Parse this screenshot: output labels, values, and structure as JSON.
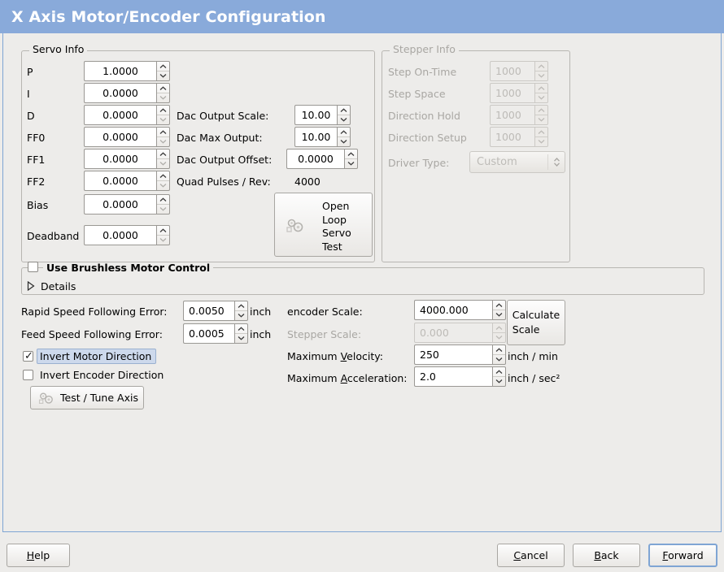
{
  "window": {
    "title": "X Axis Motor/Encoder Configuration",
    "titlebar_color": "#89aada",
    "background_color": "#edecea",
    "accent_color": "#7fa5d4"
  },
  "servo_info": {
    "legend": "Servo Info",
    "rows": [
      {
        "label": "P",
        "value": "1.0000"
      },
      {
        "label": "I",
        "value": "0.0000"
      },
      {
        "label": "D",
        "value": "0.0000"
      },
      {
        "label": "FF0",
        "value": "0.0000"
      },
      {
        "label": "FF1",
        "value": "0.0000"
      },
      {
        "label": "FF2",
        "value": "0.0000"
      },
      {
        "label": "Bias",
        "value": "0.0000"
      },
      {
        "label": "Deadband",
        "value": "0.0000"
      }
    ],
    "dac": [
      {
        "label": "Dac Output Scale:",
        "value": "10.00"
      },
      {
        "label": "Dac Max Output:",
        "value": "10.00"
      },
      {
        "label": "Dac Output Offset:",
        "value": "0.0000"
      }
    ],
    "quad_pulses": {
      "label": "Quad Pulses / Rev:",
      "value": "4000"
    },
    "open_loop_button": {
      "line1": "Open",
      "line2": "Loop",
      "line3": "Servo",
      "line4": "Test",
      "icon": "gears-icon"
    }
  },
  "stepper_info": {
    "legend": "Stepper Info",
    "disabled": true,
    "rows": [
      {
        "label": "Step On-Time",
        "value": "1000"
      },
      {
        "label": "Step Space",
        "value": "1000"
      },
      {
        "label": "Direction Hold",
        "value": "1000"
      },
      {
        "label": "Direction Setup",
        "value": "1000"
      }
    ],
    "driver_type": {
      "label": "Driver Type:",
      "value": "Custom"
    }
  },
  "brushless": {
    "legend": "Use Brushless Motor Control",
    "checked": false,
    "details_label": "Details",
    "details_expanded": false
  },
  "following_error": {
    "rapid": {
      "label": "Rapid Speed Following Error:",
      "value": "0.0050",
      "unit": "inch"
    },
    "feed": {
      "label": "Feed Speed Following Error:",
      "value": "0.0005",
      "unit": "inch"
    }
  },
  "invert": {
    "motor": {
      "label": "Invert Motor Direction",
      "checked": true,
      "focused": true
    },
    "encoder": {
      "label": "Invert Encoder Direction",
      "checked": false,
      "focused": false
    }
  },
  "test_tune_button": {
    "label": "Test / Tune Axis",
    "icon": "gears-icon"
  },
  "scales": {
    "encoder": {
      "label": "encoder Scale:",
      "value": "4000.000",
      "disabled": false
    },
    "stepper": {
      "label": "Stepper Scale:",
      "value": "0.000",
      "disabled": true
    },
    "calculate_button": {
      "line1": "Calculate",
      "line2": "Scale"
    },
    "max_velocity": {
      "label_pre": "Maximum ",
      "label_mn": "V",
      "label_post": "elocity:",
      "value": "250",
      "unit": "inch / min"
    },
    "max_acceleration": {
      "label_pre": "Maximum ",
      "label_mn": "A",
      "label_post": "cceleration:",
      "value": "2.0",
      "unit": "inch / sec²"
    }
  },
  "footer": {
    "help": {
      "pre": "",
      "mn": "H",
      "post": "elp"
    },
    "cancel": {
      "pre": "",
      "mn": "C",
      "post": "ancel"
    },
    "back": {
      "pre": "",
      "mn": "B",
      "post": "ack"
    },
    "forward": {
      "pre": "",
      "mn": "F",
      "post": "orward",
      "focused": true
    }
  }
}
